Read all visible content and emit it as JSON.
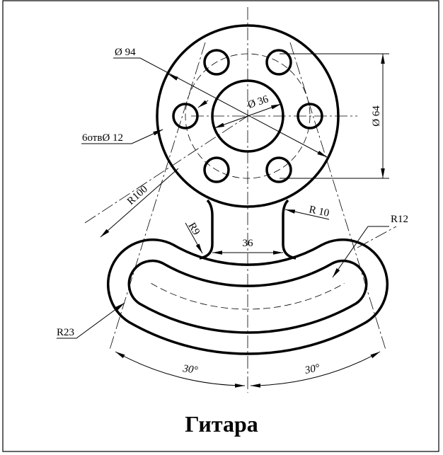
{
  "drawing": {
    "title": "Гитара",
    "dimensions": {
      "outer_diameter": "Ø 94",
      "inner_diameter": "Ø 36",
      "holes": "6отвØ 12",
      "bolt_circle": "Ø 64",
      "arc_radius": "R100",
      "fillet_left": "R9",
      "fillet_right": "R 10",
      "slot_inner_radius": "R12",
      "slot_outer_radius": "R23",
      "neck_width": "36",
      "angle_left": "30°",
      "angle_right": "30°"
    }
  }
}
